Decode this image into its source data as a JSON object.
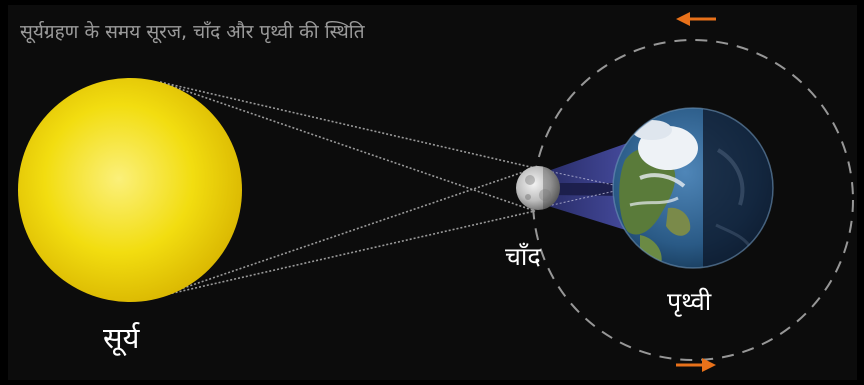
{
  "diagram": {
    "title": "सूर्यग्रहण के समय सूरज, चाँद और पृथ्वी की स्थिति",
    "labels": {
      "sun": "सूर्य",
      "moon": "चाँद",
      "earth": "पृथ्वी"
    }
  },
  "colors": {
    "background": "#0c0c0c",
    "sun": "#f2dd10",
    "umbra_cone": "#3a3f86",
    "orbit": "#b0b0b0",
    "arrow": "#e8711a",
    "ray": "#aaaaaa",
    "text": "#ffffff",
    "title_text": "#9a9a9a"
  },
  "icons": {
    "orbit_arrow_top": "arrow-left",
    "orbit_arrow_bottom": "arrow-right"
  }
}
